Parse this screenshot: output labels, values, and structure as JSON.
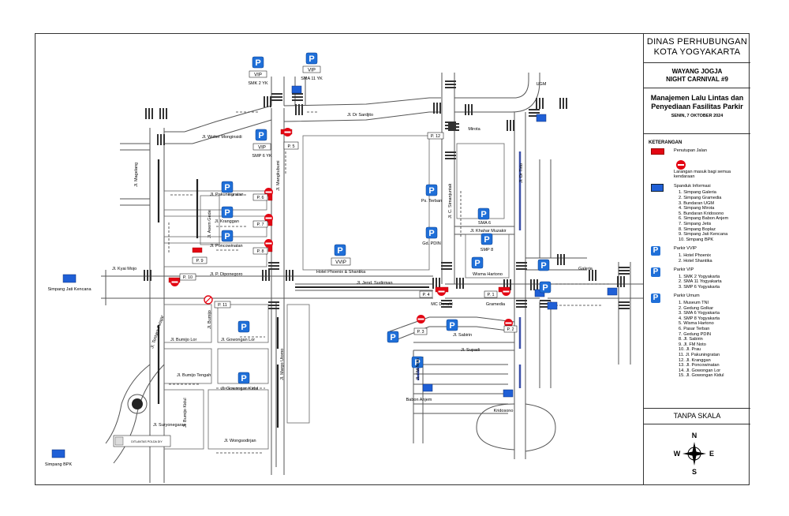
{
  "header": {
    "line1": "DINAS PERHUBUNGAN",
    "line2": "KOTA YOGYAKARTA"
  },
  "event": {
    "line1": "WAYANG JOGJA",
    "line2": "NIGHT CARNIVAL #9"
  },
  "subject": {
    "line1": "Manajemen Lalu Lintas dan",
    "line2": "Penyediaan Fasilitas Parkir",
    "date": "SENIN, 7 OKTOBER 2024"
  },
  "legend": {
    "title": "KETERANGAN",
    "closure": "Penutupan Jalan",
    "no_entry": "Larangan masuk bagi semua kendaraan",
    "banner_title": "Spanduk Informasi",
    "banners": [
      "1. Simpang Galeria",
      "2. Simpang Gramedia",
      "3. Bundaran UGM",
      "4. Simpang Mirota",
      "5. Bundaran Kridosono",
      "6. Simpang Babon Anjem",
      "7. Simpang Jetis",
      "8. Simpang Boplaz",
      "9. Simpang Jati Kencana",
      "10. Simpang BPK"
    ],
    "vvip_title": "Parkir VVIP",
    "vvip": [
      "1. Hotel Phoenix",
      "2. Hotel Shantika"
    ],
    "vip_title": "Parkir VIP",
    "vip": [
      "1. SMK 2 Yogyakarta",
      "2. SMA 11 Yogyakarta",
      "3. SMP 6 Yogyakarta"
    ],
    "umum_title": "Parkir Umum",
    "umum": [
      "1. Museum TNI",
      "2. Gedung Golkar",
      "3. SMA 6 Yogyakarta",
      "4. SMP 8 Yogyakarta",
      "5. Wisma Hartono",
      "6. Pasar Terban",
      "7. Gedung PDIN",
      "8. Jl. Sabirin",
      "9. Jl. FM Noto",
      "10. Jl. Prau",
      "11. Jl. Pakuningratan",
      "12. Jl. Kranggan",
      "13. Jl. Poncowinatan",
      "14. Jl. Gowongan Lor",
      "15. Jl. Gowongan Kidul"
    ]
  },
  "scale": "TANPA SKALA",
  "compass": {
    "n": "N",
    "s": "S",
    "e": "E",
    "w": "W"
  },
  "map": {
    "parking_letter": "P",
    "vip_tag": "VIP",
    "vvip_tag": "VVIP",
    "streets": {
      "dr_sardjito": "Jl. Dr Sardjito",
      "wolter": "Jl. Wolter Monginsidi",
      "magelang": "Jl. Magelang",
      "pakuningratan": "Jl. Pakuningratan",
      "kranggan": "Jl. Kranggan",
      "poncowinatan": "Jl. Poncowinatan",
      "diponegoro": "Jl. P. Diponegoro",
      "sudirman": "Jl. Jend. Sudirman",
      "kyai_mojo": "Jl. Kyai Mojo",
      "bumijo_lor": "Jl. Bumijo Lor",
      "gowongan_lor": "Jl. Gowongan Lor",
      "bumijo_tengah": "Jl. Bumijo Tengah",
      "gowongan_kidul": "Jl. Gowongan Kidul",
      "suryonegaran": "Jl. Suryonegaran",
      "wongsodirjan": "Jl. Wongsodirjan",
      "bumijo_kidul": "Jl. Bumijo Kidul",
      "tentara_pelajar": "Jl. Tentara Pelajar",
      "mangkubumi": "Jl. Mangkubumi",
      "margo_utomo": "Jl. Margo Utomo",
      "bumijo": "Jl. Bumijo",
      "asem_gede": "Jl. Asem Gede",
      "c_simanjuntak": "Jl. C. Simanjuntak",
      "khahar": "Jl. Khahar Muzakir",
      "dr_tirto": "Jl. Dr Tirto",
      "sabirin": "Jl. Sabirin",
      "supadi": "Jl. Supadi",
      "fm_noto": "Jl. FM Noto"
    },
    "places": {
      "smk2": "SMK 2 YK",
      "sma11": "SMA 11 YK",
      "smp6": "SMP 6 YK",
      "ugm": "UGM",
      "mirota": "Mirota",
      "ps_terban": "Ps. Terban",
      "sma6": "SMA 6",
      "gd_pdin": "Gd. PDIN",
      "smp8": "SMP 8",
      "wisma": "Wisma Hartono",
      "hotel": "Hotel Phoenix & Shantika",
      "mc_donald": "MC Donald",
      "gramedia": "Gramedia",
      "galeria": "Galeria",
      "babon_anjem": "Babon Anjem",
      "kridosono": "Kridosono",
      "jati_kencana": "Simpang Jati Kencana",
      "bpk": "Simpang BPK",
      "ditlantas_box": "DITLANTAS POLDA DIY"
    },
    "posts": {
      "p1": "P. 1",
      "p2": "P. 2",
      "p3": "P. 3",
      "p4": "P. 4",
      "p5": "P. 5",
      "p6": "P. 6",
      "p7": "P. 7",
      "p8": "P. 8",
      "p9": "P. 9",
      "p10": "P. 10",
      "p11": "P. 11",
      "p12": "P. 12"
    }
  },
  "colors": {
    "closure": "#e30613",
    "parking": "#1f6fd8",
    "banner": "#1f5fd6",
    "road": "#555555"
  },
  "icons": [
    "parking-icon",
    "no-entry-icon",
    "road-closure-icon",
    "info-banner-icon",
    "compass-icon",
    "no-right-turn-icon"
  ]
}
